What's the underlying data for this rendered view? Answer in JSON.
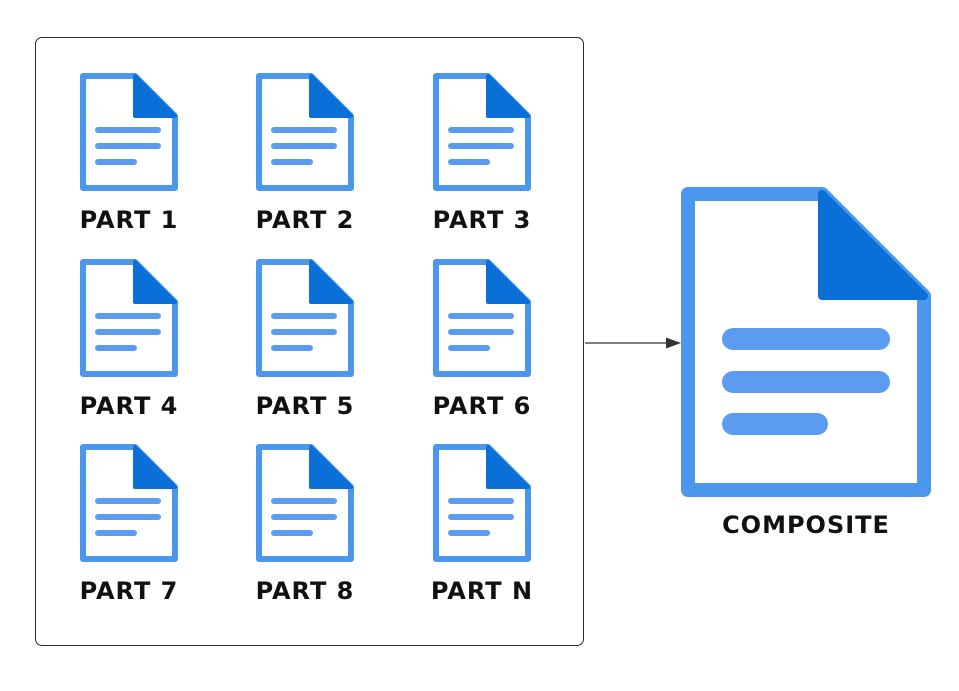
{
  "parts": [
    {
      "label": "PART 1"
    },
    {
      "label": "PART 2"
    },
    {
      "label": "PART 3"
    },
    {
      "label": "PART 4"
    },
    {
      "label": "PART 5"
    },
    {
      "label": "PART 6"
    },
    {
      "label": "PART 7"
    },
    {
      "label": "PART 8"
    },
    {
      "label": "PART N"
    }
  ],
  "composite": {
    "label": "COMPOSITE"
  },
  "colors": {
    "doc_fill": "#ffffff",
    "doc_border": "#4c97ee",
    "doc_fold": "#0a6fd6",
    "doc_lines": "#5c9cf0",
    "arrow": "#333333"
  },
  "icons": {
    "part": "document-icon",
    "composite": "document-icon"
  }
}
